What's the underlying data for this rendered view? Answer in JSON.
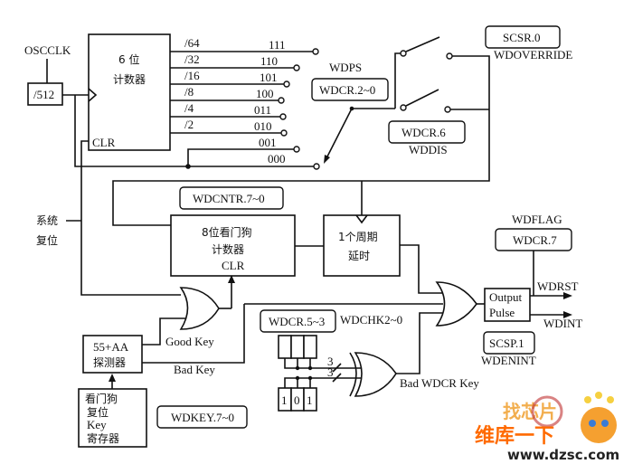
{
  "title": "Watchdog timer block diagram",
  "clock": {
    "source": "OSCCLK",
    "prescaler": "/512"
  },
  "counter6": {
    "line1": "6 位",
    "line2": "计数器",
    "clr": "CLR"
  },
  "dividers": [
    {
      "tap": "/64",
      "code": "111"
    },
    {
      "tap": "/32",
      "code": "110"
    },
    {
      "tap": "/16",
      "code": "101"
    },
    {
      "tap": "/8",
      "code": "100"
    },
    {
      "tap": "/4",
      "code": "011"
    },
    {
      "tap": "/2",
      "code": "010"
    },
    {
      "tap": "",
      "code": "001"
    },
    {
      "tap": "",
      "code": "000"
    }
  ],
  "wdps": {
    "name": "WDPS",
    "reg": "WDCR.2~0"
  },
  "scsr0": {
    "reg": "SCSR.0",
    "name": "WDOVERRIDE"
  },
  "wdcr6": {
    "reg": "WDCR.6",
    "name": "WDDIS"
  },
  "system_reset": {
    "line1": "系统",
    "line2": "复位"
  },
  "wdcntr": {
    "reg": "WDCNTR.7~0",
    "line1": "8位看门狗",
    "line2": "计数器",
    "clr": "CLR"
  },
  "delay": {
    "line1": "1个周期",
    "line2": "延时"
  },
  "wdflag": {
    "name": "WDFLAG",
    "reg": "WDCR.7"
  },
  "output_pulse": {
    "line1": "Output",
    "line2": "Pulse"
  },
  "outputs": {
    "rst": "WDRST",
    "int": "WDINT"
  },
  "scsp1": {
    "reg": "SCSP.1",
    "name": "WDENINT"
  },
  "detector": {
    "line1": "55+AA",
    "line2": "探测器"
  },
  "good_key": "Good Key",
  "bad_key": "Bad Key",
  "key_reg": {
    "line1": "看门狗",
    "line2": "复位",
    "line3": "Key",
    "line4": "寄存器"
  },
  "wdkey": {
    "reg": "WDKEY.7~0"
  },
  "wdchk": {
    "reg": "WDCR.5~3",
    "name": "WDCHK2~0",
    "bits": [
      "1",
      "0",
      "1"
    ],
    "bus_width": "3"
  },
  "bad_wdcr_key": "Bad WDCR Key",
  "watermark": {
    "line1": "找芯片",
    "line2": "维库一下",
    "url": "www.dzsc.com"
  }
}
